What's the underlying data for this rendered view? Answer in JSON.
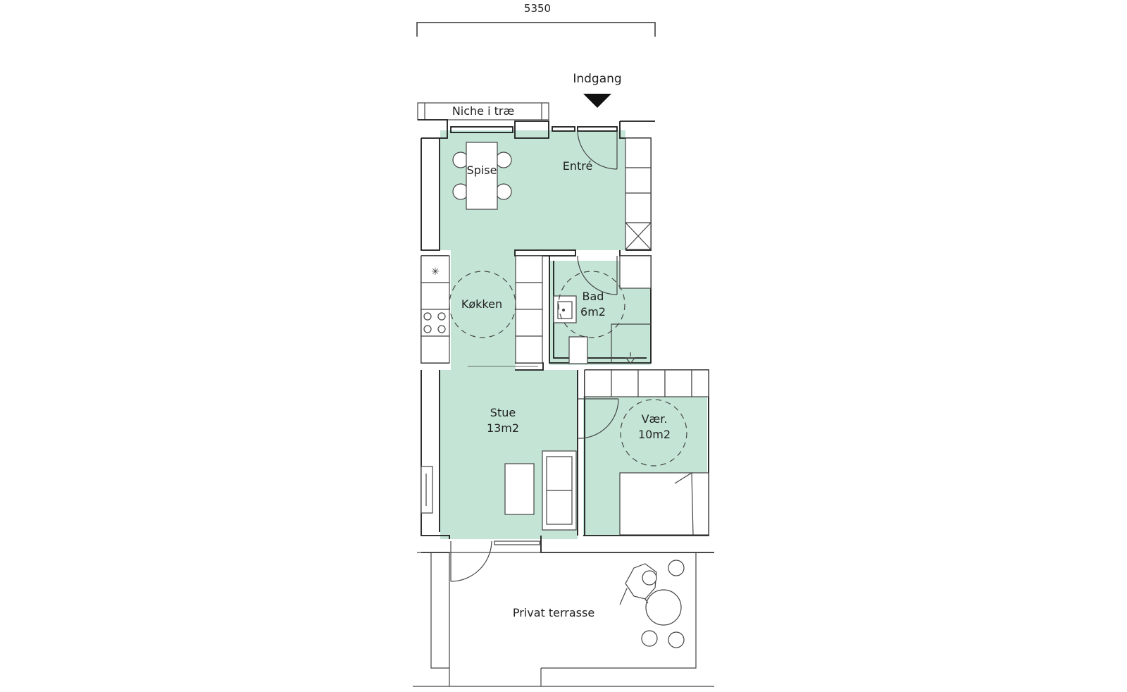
{
  "dimension": {
    "value": "5350"
  },
  "entrance": {
    "label": "Indgang"
  },
  "niche": {
    "label": "Niche i træ"
  },
  "rooms": {
    "spise": {
      "name": "Spise"
    },
    "entre": {
      "name": "Entré"
    },
    "kokken": {
      "name": "Køkken"
    },
    "bad": {
      "name": "Bad",
      "area": "6m2"
    },
    "stue": {
      "name": "Stue",
      "area": "13m2"
    },
    "vaer": {
      "name": "Vær.",
      "area": "10m2"
    },
    "terrasse": {
      "name": "Privat terrasse"
    }
  },
  "colors": {
    "floor": "#c4e5d6",
    "wall": "#1a1a1a",
    "line": "#555555",
    "background": "#ffffff"
  }
}
